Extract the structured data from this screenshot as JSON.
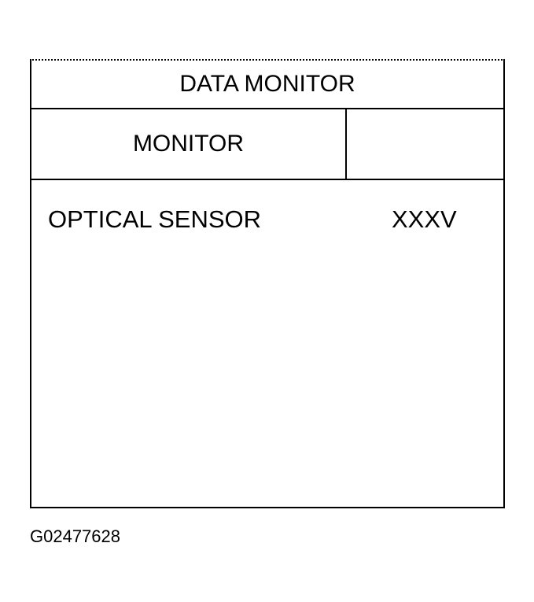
{
  "screen": {
    "title": "DATA MONITOR",
    "columns": [
      {
        "label": "MONITOR"
      },
      {
        "label": ""
      }
    ],
    "rows": [
      {
        "item": "OPTICAL SENSOR",
        "value": "XXXV"
      }
    ]
  },
  "figure_id": "G02477628"
}
